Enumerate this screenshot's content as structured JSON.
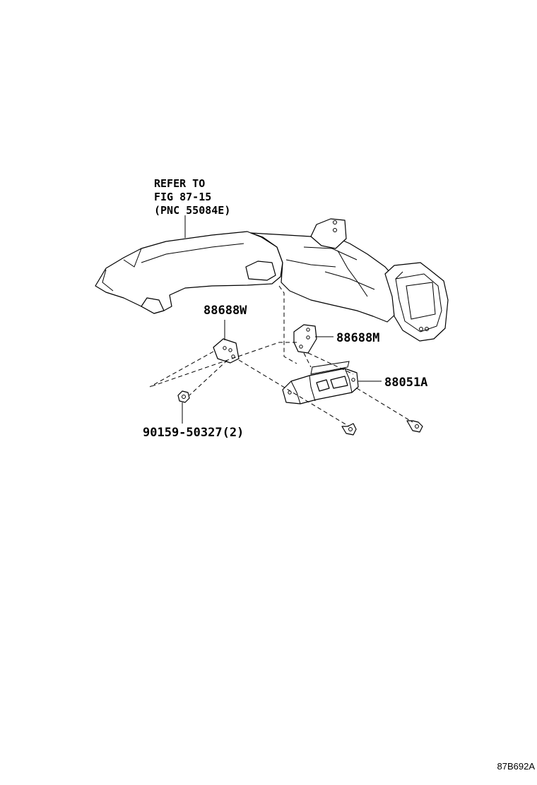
{
  "diagram": {
    "reference_note": {
      "line1": "REFER TO",
      "line2": "FIG 87-15",
      "line3": "(PNC 55084E)"
    },
    "callouts": {
      "bracket_left": "88688W",
      "bracket_right": "88688M",
      "sensor": "88051A",
      "screw": "90159-50327(2)"
    },
    "figure_code": "87B692A"
  }
}
